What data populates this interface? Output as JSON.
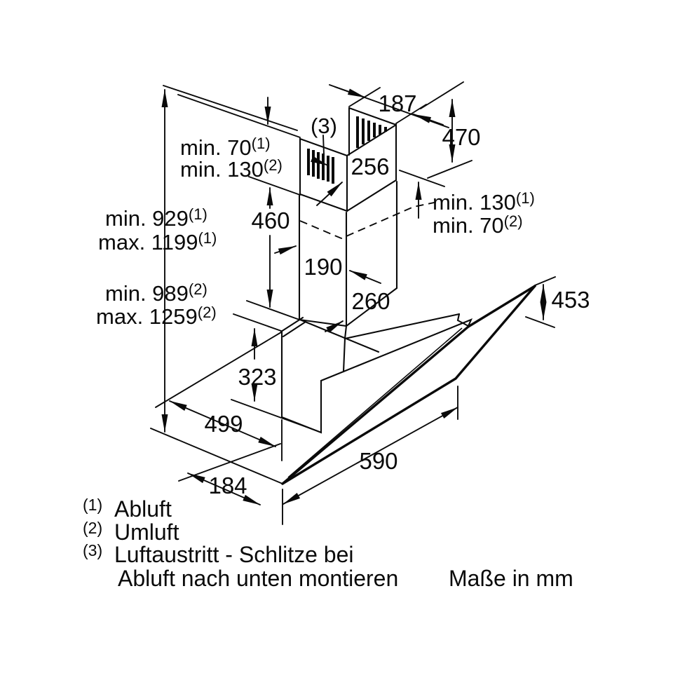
{
  "drawing": {
    "units": "Maße in mm",
    "ink": "#0a0a0a",
    "background": "#ffffff",
    "dims": {
      "chimney_top_width": "187",
      "chimney_upper_height": "470",
      "chimney_upper_visible": "256",
      "chimney_lower_height": "460",
      "chimney_lower_width": "190",
      "chimney_base_depth": "260",
      "glass_rise": "453",
      "body_height": "323",
      "body_depth": "499",
      "body_width": "590",
      "front_offset": "184"
    },
    "clearance_top": {
      "l1": "min. 70",
      "l1s": "(1)",
      "l2": "min. 130",
      "l2s": "(2)"
    },
    "clearance_right": {
      "l1": "min. 130",
      "l1s": "(1)",
      "l2": "min. 70",
      "l2s": "(2)"
    },
    "height_exhaust": {
      "l1": "min. 929",
      "l1s": "(1)",
      "l2": "max. 1199",
      "l2s": "(1)"
    },
    "height_recirc": {
      "l1": "min. 989",
      "l1s": "(2)",
      "l2": "max. 1259",
      "l2s": "(2)"
    },
    "slot_marker": "(3)",
    "legend": {
      "m1": "(1)",
      "t1": "Abluft",
      "m2": "(2)",
      "t2": "Umluft",
      "m3": "(3)",
      "t3": "Luftaustritt - Schlitze bei",
      "t3b": "Abluft nach unten montieren"
    }
  }
}
